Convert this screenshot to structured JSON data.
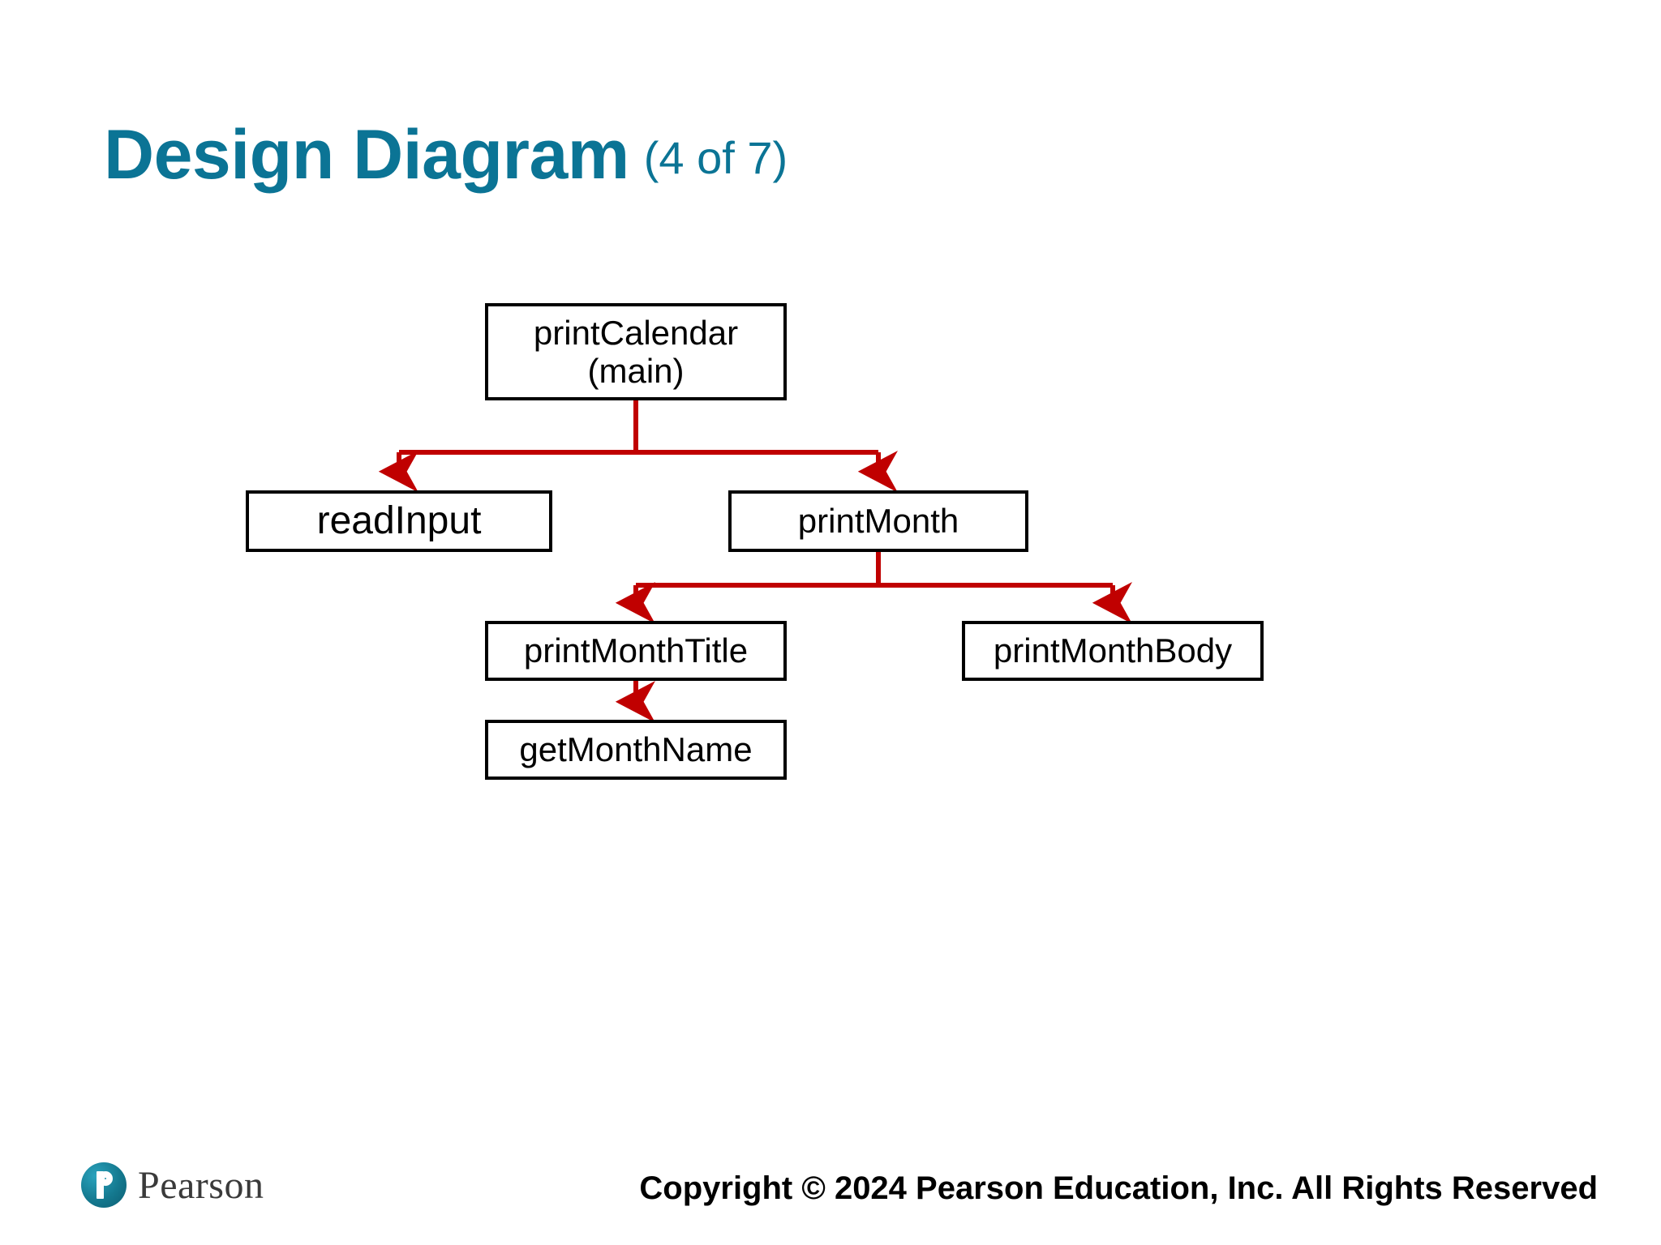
{
  "slide": {
    "title_main": "Design Diagram",
    "title_sub": "(4 of 7)",
    "accent_color": "#0B7495",
    "connector_color": "#C00000",
    "node_border_color": "#000000",
    "background_color": "#FFFFFF"
  },
  "diagram": {
    "type": "call-hierarchy",
    "nodes": [
      {
        "id": "printCalendar",
        "label": "printCalendar\n(main)"
      },
      {
        "id": "readInput",
        "label": "readInput"
      },
      {
        "id": "printMonth",
        "label": "printMonth"
      },
      {
        "id": "printMonthTitle",
        "label": "printMonthTitle"
      },
      {
        "id": "printMonthBody",
        "label": "printMonthBody"
      },
      {
        "id": "getMonthName",
        "label": "getMonthName"
      }
    ],
    "edges": [
      {
        "from": "printCalendar",
        "to": "readInput"
      },
      {
        "from": "printCalendar",
        "to": "printMonth"
      },
      {
        "from": "printMonth",
        "to": "printMonthTitle"
      },
      {
        "from": "printMonth",
        "to": "printMonthBody"
      },
      {
        "from": "printMonthTitle",
        "to": "getMonthName"
      }
    ]
  },
  "footer": {
    "logo_text": "Pearson",
    "logo_icon": "pearson-interrobang-icon",
    "copyright": "Copyright © 2024 Pearson Education, Inc. All Rights Reserved"
  }
}
